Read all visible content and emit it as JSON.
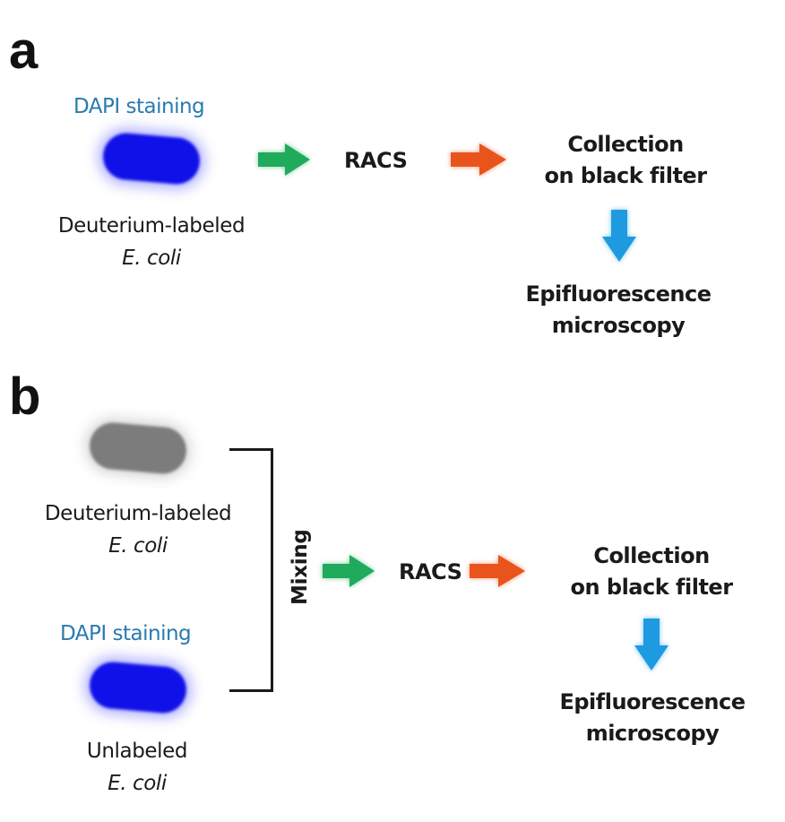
{
  "panel_a": {
    "label": "a",
    "stain_label": "DAPI staining",
    "cell_caption_line1": "Deuterium-labeled",
    "cell_caption_line2": "E. coli",
    "step_racs": "RACS",
    "step_collection_line1": "Collection",
    "step_collection_line2": "on black filter",
    "step_microscopy_line1": "Epifluorescence",
    "step_microscopy_line2": "microscopy"
  },
  "panel_b": {
    "label": "b",
    "cell1_caption_line1": "Deuterium-labeled",
    "cell1_caption_line2": "E. coli",
    "stain_label": "DAPI staining",
    "cell2_caption_line1": "Unlabeled",
    "cell2_caption_line2": "E. coli",
    "mixing_label": "Mixing",
    "step_racs": "RACS",
    "step_collection_line1": "Collection",
    "step_collection_line2": "on black filter",
    "step_microscopy_line1": "Epifluorescence",
    "step_microscopy_line2": "microscopy"
  },
  "colors": {
    "dapi_text": "#2a7ab0",
    "dapi_cell": "#1010e8",
    "unstained_cell": "#7c7c7c",
    "arrow_green": "#1faa5c",
    "arrow_orange": "#e8541c",
    "arrow_blue": "#1e9ae0"
  }
}
